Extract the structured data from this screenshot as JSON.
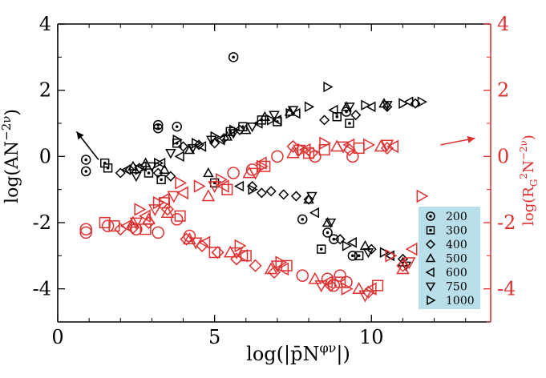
{
  "chart_data": {
    "type": "scatter",
    "colors": {
      "left_axis": "#000000",
      "right_axis": "#e03030",
      "legend_bg": "#b9e0ea"
    },
    "xlabel": "log(|p̄N^{φν}|)",
    "ylabel_left": "log(AN^{-2ν})",
    "ylabel_right": "log(R_G^2 N^{-2ν})",
    "xlim": [
      0,
      13.8
    ],
    "ylim_left": [
      -5,
      4
    ],
    "ylim_right": [
      -5,
      4
    ],
    "x_ticks": [
      "0",
      "5",
      "10"
    ],
    "y_ticks_left": [
      "4",
      "2",
      "0",
      "-2",
      "-4"
    ],
    "y_ticks_right": [
      "4",
      "2",
      "0",
      "-2",
      "-4"
    ],
    "legend": {
      "placement": "lower-right",
      "entries": [
        {
          "label": "200",
          "marker": "circle-dot"
        },
        {
          "label": "300",
          "marker": "square-dot"
        },
        {
          "label": "400",
          "marker": "diamond"
        },
        {
          "label": "500",
          "marker": "triangle-up"
        },
        {
          "label": "600",
          "marker": "triangle-left"
        },
        {
          "label": "750",
          "marker": "triangle-down"
        },
        {
          "label": "1000",
          "marker": "triangle-right"
        }
      ]
    },
    "arrows": [
      {
        "axis": "left",
        "from": [
          1.3,
          -0.1
        ],
        "to": [
          0.6,
          0.75
        ]
      },
      {
        "axis": "right",
        "from": [
          12.2,
          0.35
        ],
        "to": [
          13.3,
          0.55
        ]
      }
    ],
    "series": [
      {
        "name": "200",
        "axis": "left",
        "marker": "circle-dot",
        "x": [
          0.9,
          0.9,
          3.2,
          3.2,
          3.8,
          5.6,
          7.8,
          8.6,
          8.8,
          9.4,
          9.2
        ],
        "y": [
          -0.1,
          -0.45,
          0.95,
          0.85,
          0.9,
          3.0,
          -1.9,
          -2.3,
          -2.5,
          -3.0,
          1.35
        ]
      },
      {
        "name": "300",
        "axis": "left",
        "marker": "square-dot",
        "x": [
          1.5,
          1.6,
          2.9,
          3.3,
          3.8,
          5.0,
          5.5,
          5.9,
          6.5,
          7.0,
          8.4,
          8.9,
          9.3,
          9.6
        ],
        "y": [
          -0.2,
          -0.35,
          -0.5,
          -0.7,
          0.4,
          -0.8,
          0.75,
          0.9,
          1.1,
          1.05,
          -2.8,
          1.2,
          1.0,
          -3.0
        ]
      },
      {
        "name": "400",
        "axis": "left",
        "marker": "diamond",
        "x": [
          2.0,
          2.3,
          2.6,
          3.2,
          3.6,
          4.0,
          4.5,
          5.0,
          5.3,
          5.8,
          6.2,
          6.5,
          6.8,
          7.2,
          7.6,
          8.0,
          8.5,
          9.0,
          9.5,
          10.0,
          10.5,
          11.0,
          11.4
        ],
        "y": [
          -0.5,
          -0.4,
          -0.35,
          -0.5,
          -0.6,
          0.3,
          0.35,
          0.4,
          0.55,
          0.8,
          -0.9,
          -1.1,
          -1.05,
          -1.15,
          -1.2,
          -1.3,
          1.1,
          -2.5,
          1.25,
          -2.8,
          1.5,
          -3.1,
          1.6
        ]
      },
      {
        "name": "500",
        "axis": "left",
        "marker": "triangle-up",
        "x": [
          2.4,
          2.8,
          3.4,
          4.2,
          4.8,
          5.4,
          6.0,
          6.6,
          7.4,
          8.0,
          8.6,
          9.2,
          9.8,
          10.4,
          11.0
        ],
        "y": [
          -0.3,
          -0.2,
          -0.4,
          0.2,
          -0.5,
          0.6,
          0.8,
          1.2,
          1.35,
          -1.3,
          -2.0,
          1.5,
          -2.7,
          1.6,
          -3.2
        ]
      },
      {
        "name": "600",
        "axis": "left",
        "marker": "triangle-left",
        "x": [
          2.2,
          2.7,
          3.3,
          3.9,
          4.6,
          5.2,
          5.8,
          6.4,
          7.0,
          7.6,
          8.2,
          8.8,
          9.4,
          10.0,
          10.6,
          11.2
        ],
        "y": [
          -0.4,
          -0.3,
          -0.2,
          0.0,
          0.3,
          0.5,
          -0.9,
          1.0,
          1.1,
          1.3,
          -1.7,
          1.4,
          -2.6,
          1.5,
          -3.0,
          1.65
        ]
      },
      {
        "name": "750",
        "axis": "left",
        "marker": "triangle-down",
        "x": [
          2.5,
          3.0,
          3.6,
          4.3,
          4.9,
          5.6,
          6.2,
          6.9,
          7.5,
          8.1,
          8.7,
          9.3,
          9.9,
          10.5,
          11.1
        ],
        "y": [
          -0.6,
          -0.3,
          0.1,
          0.25,
          0.5,
          0.7,
          0.9,
          1.25,
          1.4,
          -1.2,
          -2.0,
          1.5,
          -2.9,
          1.55,
          -3.3
        ]
      },
      {
        "name": "1000",
        "axis": "left",
        "marker": "triangle-right",
        "x": [
          2.6,
          3.2,
          3.8,
          4.4,
          5.0,
          5.6,
          6.2,
          6.8,
          7.4,
          8.0,
          8.6,
          9.2,
          9.8,
          10.4,
          11.0,
          11.6
        ],
        "y": [
          -0.4,
          -0.2,
          0.5,
          0.4,
          0.6,
          0.8,
          -1.0,
          1.1,
          1.3,
          1.5,
          2.1,
          -2.7,
          1.55,
          -2.9,
          1.6,
          1.65
        ]
      },
      {
        "name": "200-rg",
        "axis": "right",
        "marker": "circle",
        "x": [
          0.9,
          0.9,
          1.6,
          2.5,
          3.2,
          3.8,
          4.2,
          5.6,
          6.2,
          7.0,
          7.8,
          8.2,
          8.6,
          9.0,
          9.2,
          9.4,
          8.8
        ],
        "y": [
          -2.2,
          -2.3,
          -2.1,
          -2.2,
          -2.3,
          -1.9,
          -2.4,
          -0.5,
          -0.4,
          0.0,
          -3.6,
          0.0,
          -3.7,
          -3.6,
          -3.8,
          0.0,
          -3.9
        ]
      },
      {
        "name": "300-rg",
        "axis": "right",
        "marker": "square",
        "x": [
          1.5,
          1.8,
          2.8,
          3.4,
          3.9,
          5.0,
          5.4,
          6.0,
          6.6,
          7.3,
          8.0,
          8.5,
          9.0,
          9.6,
          10.2
        ],
        "y": [
          -2.0,
          -2.1,
          -2.2,
          -1.4,
          -1.8,
          -2.9,
          -1.0,
          -3.0,
          -0.3,
          -3.3,
          0.1,
          0.2,
          -3.8,
          0.25,
          -3.9
        ]
      },
      {
        "name": "400-rg",
        "axis": "right",
        "marker": "diamond",
        "x": [
          2.0,
          2.4,
          2.9,
          3.5,
          4.1,
          4.6,
          5.1,
          5.7,
          6.3,
          6.9,
          7.5,
          8.1,
          8.7,
          9.3,
          9.9,
          10.5,
          11.0
        ],
        "y": [
          -2.2,
          -2.15,
          -2.0,
          -1.6,
          -2.5,
          -2.7,
          -2.9,
          -3.1,
          -3.3,
          -3.5,
          0.3,
          0.1,
          -3.9,
          0.2,
          -4.1,
          0.25,
          -3.3
        ]
      },
      {
        "name": "500-rg",
        "axis": "right",
        "marker": "triangle-up",
        "x": [
          2.4,
          2.9,
          3.5,
          4.2,
          4.8,
          5.5,
          6.1,
          6.8,
          7.5,
          8.2,
          8.9,
          9.6,
          10.3,
          11.0
        ],
        "y": [
          -2.0,
          -1.9,
          -1.7,
          -2.5,
          -1.2,
          -2.9,
          -0.5,
          -3.4,
          0.1,
          -3.7,
          0.3,
          -4.0,
          0.3,
          -3.4
        ]
      },
      {
        "name": "600-rg",
        "axis": "right",
        "marker": "triangle-left",
        "x": [
          2.2,
          2.8,
          3.4,
          4.0,
          4.7,
          5.3,
          5.9,
          6.5,
          7.2,
          7.9,
          8.6,
          9.3,
          10.0,
          10.7,
          11.3
        ],
        "y": [
          -2.1,
          -1.8,
          -1.3,
          -1.1,
          -2.6,
          -0.9,
          -3.0,
          -0.2,
          -3.4,
          0.2,
          -3.8,
          0.35,
          -4.0,
          0.3,
          -2.8
        ]
      },
      {
        "name": "750-rg",
        "axis": "right",
        "marker": "triangle-down",
        "x": [
          2.5,
          3.1,
          3.7,
          4.4,
          5.0,
          5.7,
          6.3,
          7.0,
          7.7,
          8.4,
          9.1,
          9.8,
          10.5,
          11.2
        ],
        "y": [
          -2.0,
          -1.6,
          -1.2,
          -2.6,
          -0.9,
          -2.9,
          -0.5,
          -3.3,
          0.2,
          -3.9,
          0.3,
          -4.2,
          0.35,
          -3.2
        ]
      },
      {
        "name": "1000-rg",
        "axis": "right",
        "marker": "triangle-right",
        "x": [
          2.6,
          3.2,
          3.9,
          4.5,
          5.2,
          5.8,
          6.5,
          7.1,
          7.8,
          8.5,
          9.2,
          9.9,
          10.6,
          11.6
        ],
        "y": [
          -1.6,
          -1.4,
          -0.8,
          -0.9,
          -0.7,
          -2.7,
          -0.3,
          -3.2,
          0.2,
          0.4,
          -4.0,
          0.35,
          -3.0,
          -1.2
        ]
      }
    ]
  }
}
